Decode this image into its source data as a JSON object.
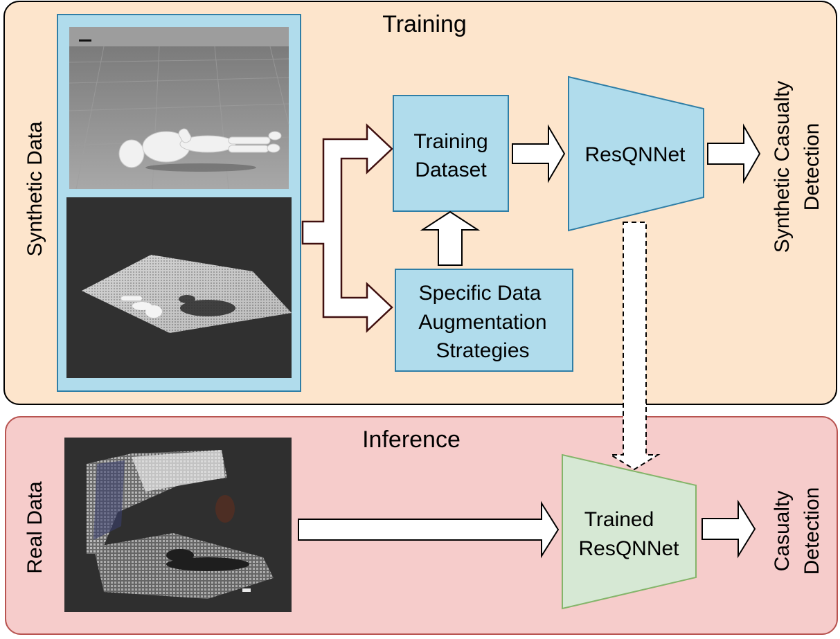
{
  "training": {
    "title": "Training",
    "side_label": "Synthetic Data",
    "training_dataset": [
      "Training",
      "Dataset"
    ],
    "augmentation": [
      "Specific Data",
      "Augmentation",
      "Strategies"
    ],
    "network": "ResQNNet",
    "output_label": [
      "Synthetic Casualty",
      "Detection"
    ]
  },
  "inference": {
    "title": "Inference",
    "side_label": "Real Data",
    "network": [
      "Trained",
      "ResQNNet"
    ],
    "output_label": [
      "Casualty",
      "Detection"
    ]
  },
  "colors": {
    "training_bg": "#fde5cc",
    "inference_bg": "#f6cccb",
    "inference_border": "#b85451",
    "box_fill": "#b0dcec",
    "box_border": "#2f7ea6",
    "trained_fill": "#d6e8d4",
    "trained_border": "#84b56a",
    "split_arrow_border": "#3f0f0f"
  },
  "images": {
    "synthetic_render": "synthetic-human-render",
    "synthetic_pointcloud": "synthetic-point-cloud",
    "real_pointcloud": "real-point-cloud"
  }
}
